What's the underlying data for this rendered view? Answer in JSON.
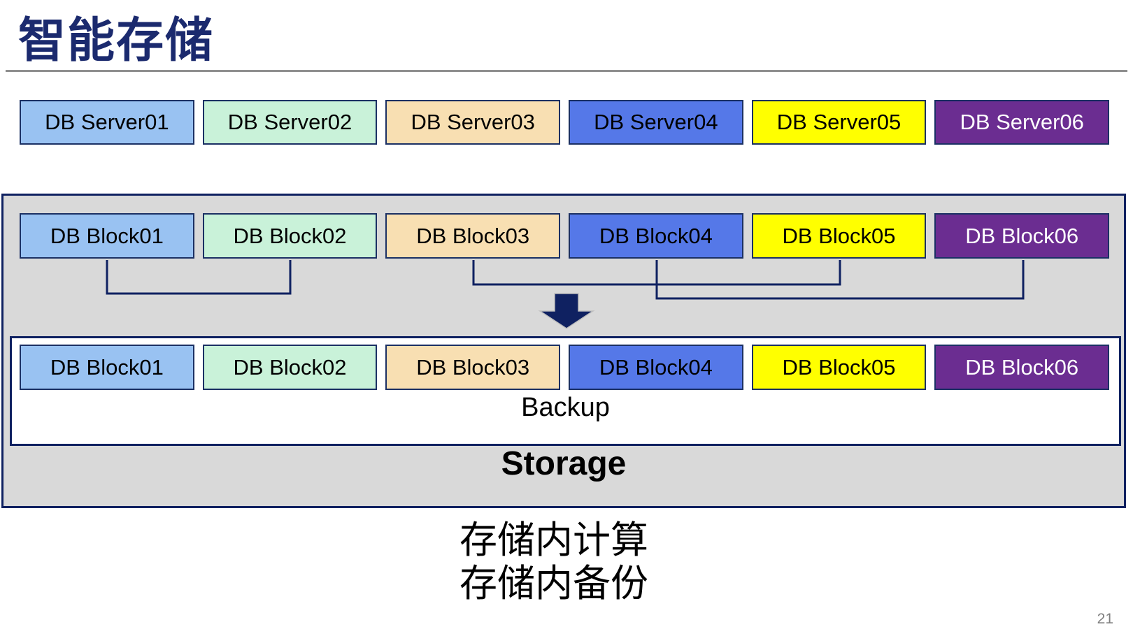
{
  "title": "智能存储",
  "servers": [
    {
      "label": "DB Server01",
      "color": "#99C2F2"
    },
    {
      "label": "DB Server02",
      "color": "#C9F2D9"
    },
    {
      "label": "DB Server03",
      "color": "#F8DFB2"
    },
    {
      "label": "DB Server04",
      "color": "#5578E8"
    },
    {
      "label": "DB Server05",
      "color": "#FFFF00"
    },
    {
      "label": "DB Server06",
      "color": "#6B2D91"
    }
  ],
  "blocks_primary": [
    {
      "label": "DB Block01",
      "color": "#99C2F2"
    },
    {
      "label": "DB Block02",
      "color": "#C9F2D9"
    },
    {
      "label": "DB Block03",
      "color": "#F8DFB2"
    },
    {
      "label": "DB Block04",
      "color": "#5578E8"
    },
    {
      "label": "DB Block05",
      "color": "#FFFF00"
    },
    {
      "label": "DB Block06",
      "color": "#6B2D91"
    }
  ],
  "blocks_backup": [
    {
      "label": "DB Block01",
      "color": "#99C2F2"
    },
    {
      "label": "DB Block02",
      "color": "#C9F2D9"
    },
    {
      "label": "DB Block03",
      "color": "#F8DFB2"
    },
    {
      "label": "DB Block04",
      "color": "#5578E8"
    },
    {
      "label": "DB Block05",
      "color": "#FFFF00"
    },
    {
      "label": "DB Block06",
      "color": "#6B2D91"
    }
  ],
  "block_links": [
    [
      "DB Block01",
      "DB Block02"
    ],
    [
      "DB Block03",
      "DB Block05"
    ],
    [
      "DB Block04",
      "DB Block06"
    ]
  ],
  "backup_label": "Backup",
  "storage_label": "Storage",
  "annotations": [
    "存储内计算",
    "存储内备份"
  ],
  "page_number": "21",
  "colors": {
    "title_text": "#1B2A6E",
    "box_border": "#1B3064",
    "container_border": "#0F2161",
    "connector_line": "#0F2161",
    "arrow_fill": "#0F2161",
    "storage_background": "#D9D9D9",
    "divider": "#8F8F8F",
    "page_number_text": "#7F7F7F"
  }
}
